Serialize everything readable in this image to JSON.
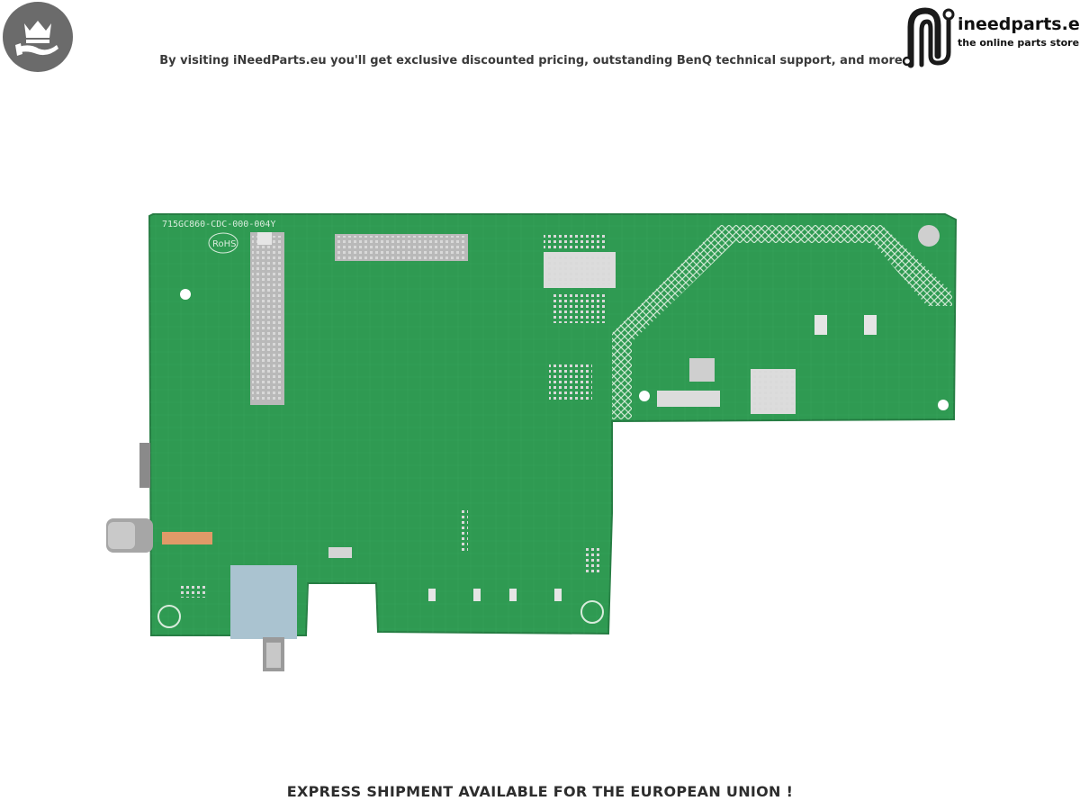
{
  "header": {
    "tagline": "By visiting iNeedParts.eu you'll get exclusive discounted pricing, outstanding BenQ technical support, and more",
    "badge_icon": "crown-hand-icon"
  },
  "brand": {
    "name": "ineedparts.eu",
    "slogan": "the online parts store",
    "logo_icon": "circuit-n-logo-icon"
  },
  "board": {
    "silkscreen_code": "715GC860-CDC-000-004Y",
    "rohs": "RoHS",
    "board_color": "#2f9a52"
  },
  "footer": {
    "text": "EXPRESS SHIPMENT AVAILABLE FOR THE EUROPEAN UNION !"
  }
}
